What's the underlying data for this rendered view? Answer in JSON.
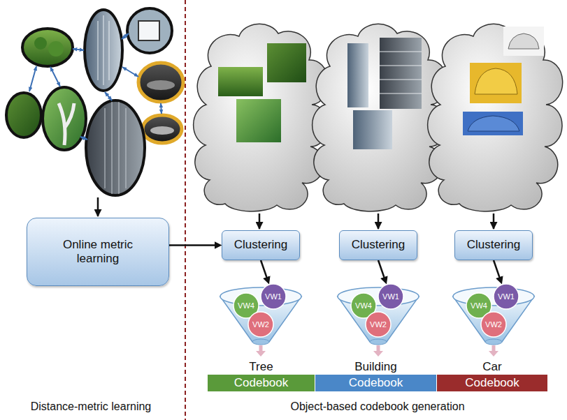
{
  "diagram": {
    "nodes": [
      {
        "text": [
          "Online metric learning"
        ]
      },
      {
        "text": [
          "Clustering"
        ]
      },
      {
        "text": [
          "Clustering"
        ]
      },
      {
        "text": [
          "Clustering"
        ]
      },
      {
        "text": [
          "VW4"
        ]
      },
      {
        "text": [
          "VW1"
        ]
      },
      {
        "text": [
          "VW2"
        ]
      },
      {
        "text": [
          "VW4"
        ]
      },
      {
        "text": [
          "VW1"
        ]
      },
      {
        "text": [
          "VW2"
        ]
      },
      {
        "text": [
          "VW4"
        ]
      },
      {
        "text": [
          "VW1"
        ]
      },
      {
        "text": [
          "VW2"
        ]
      },
      {
        "text": [
          "Tree",
          "Codebook"
        ]
      },
      {
        "text": [
          "Building",
          "Codebook"
        ]
      },
      {
        "text": [
          "Car",
          "Codebook"
        ]
      }
    ],
    "edges": [
      {
        "from": 0,
        "to": 1,
        "arrow": "to"
      },
      {
        "from": 1,
        "to": 5,
        "arrow": "to"
      },
      {
        "from": 2,
        "to": 8,
        "arrow": "to"
      },
      {
        "from": 3,
        "to": 11,
        "arrow": "to"
      }
    ],
    "labels": [
      "Distance-metric learning",
      "Object-based codebook generation"
    ]
  }
}
